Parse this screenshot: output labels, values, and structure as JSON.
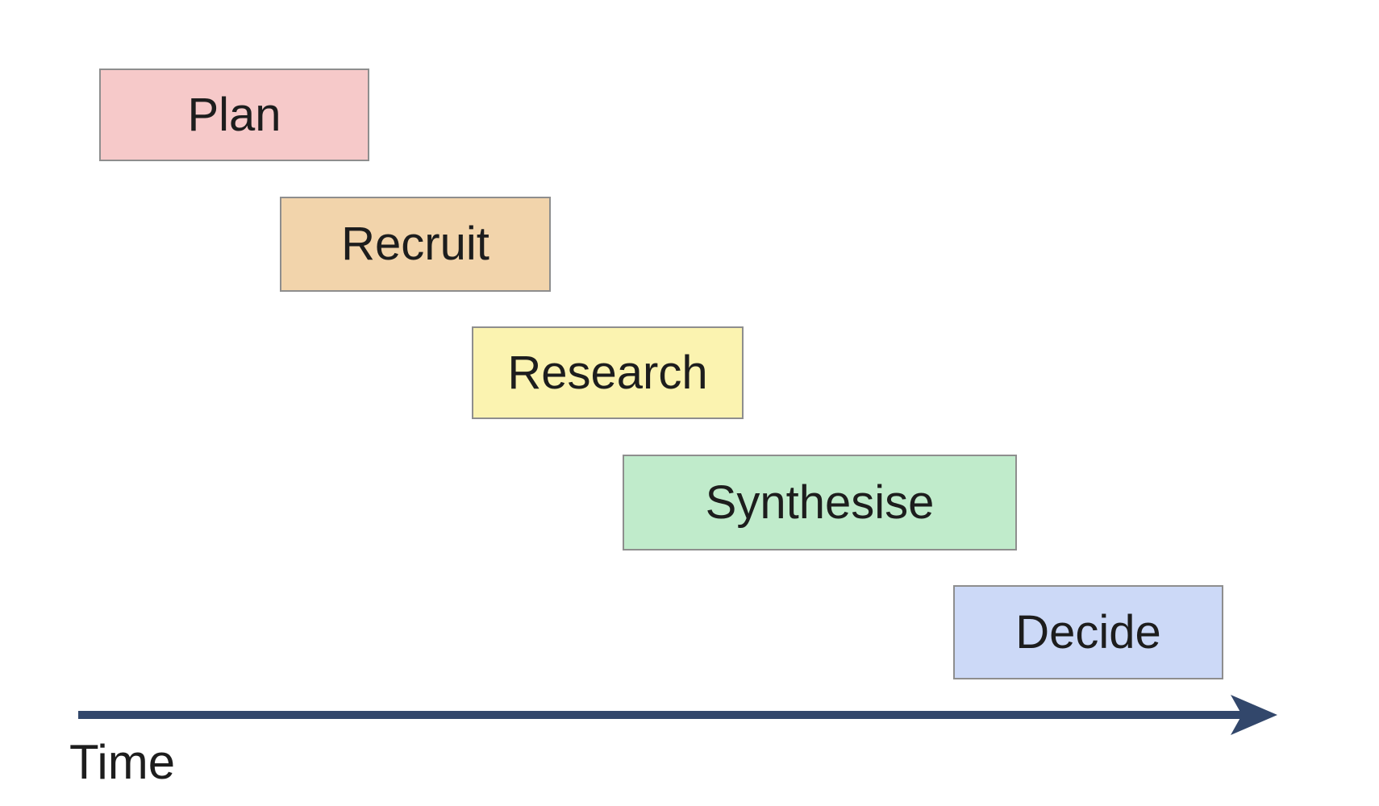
{
  "stages": [
    {
      "label": "Plan",
      "color": "#f6c9c9"
    },
    {
      "label": "Recruit",
      "color": "#f2d4ab"
    },
    {
      "label": "Research",
      "color": "#fbf3b0"
    },
    {
      "label": "Synthesise",
      "color": "#c0ebcb"
    },
    {
      "label": "Decide",
      "color": "#ccd9f7"
    }
  ],
  "axis": {
    "label": "Time",
    "arrow_color": "#32476b"
  },
  "meta": {
    "border_color": "#8e8e8e",
    "text_color": "#1d1d1d",
    "background_color": "#ffffff"
  }
}
